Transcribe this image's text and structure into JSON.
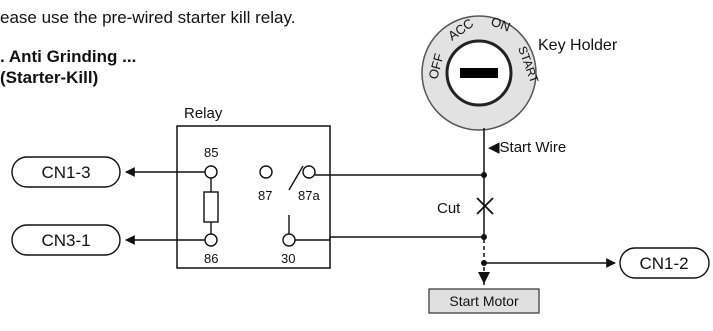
{
  "text": {
    "intro": "ease use the pre-wired starter kill relay.",
    "heading_line1": ". Anti Grinding ...",
    "heading_line2": "(Starter-Kill)"
  },
  "key_switch": {
    "label": "Key Holder",
    "positions": [
      "OFF",
      "ACC",
      "ON",
      "START"
    ]
  },
  "relay": {
    "label": "Relay",
    "pins": [
      "85",
      "87",
      "87a",
      "86",
      "30"
    ]
  },
  "connectors": {
    "cn1_3": "CN1-3",
    "cn3_1": "CN3-1",
    "cn1_2": "CN1-2"
  },
  "labels": {
    "start_wire": "◀Start Wire",
    "cut": "Cut",
    "start_motor": "Start Motor"
  }
}
